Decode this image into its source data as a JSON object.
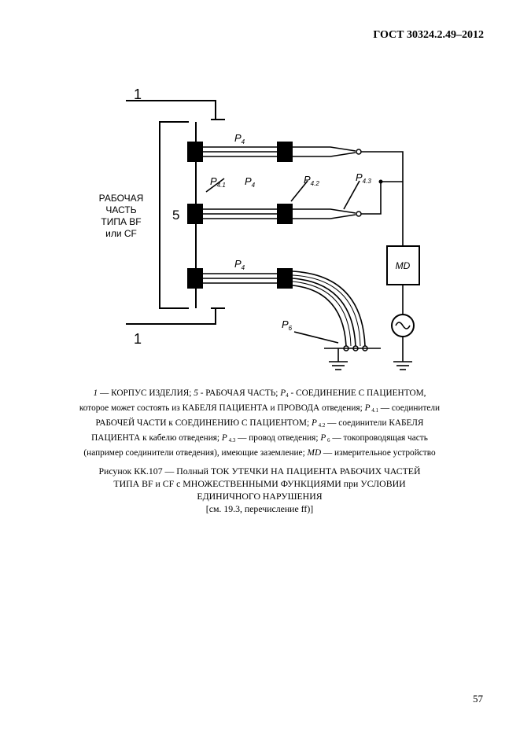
{
  "header": {
    "standard": "ГОСТ 30324.2.49–2012"
  },
  "diagram": {
    "label_1_top": "1",
    "label_1_bottom": "1",
    "label_5": "5",
    "applied_part": [
      "РАБОЧАЯ",
      "ЧАСТЬ",
      "ТИПА BF",
      "или CF"
    ],
    "p4": "P",
    "p4_sub": "4",
    "p41_sub": "4.1",
    "p42_sub": "4.2",
    "p43_sub": "4.3",
    "p6_sub": "6",
    "md": "MD"
  },
  "legend": {
    "l1_num": "1",
    "l1_text": " — КОРПУС ИЗДЕЛИЯ; ",
    "l5_num": "5",
    "l5_text": " - РАБОЧАЯ ЧАСТЬ; ",
    "p4": "P",
    "p4_sub": "4",
    "p4_text": " - СОЕДИНЕНИЕ С ПАЦИЕНТОМ,",
    "line2": "которое может состоять из КАБЕЛЯ ПАЦИЕНТА и ПРОВОДА отведения; ",
    "p41": "P",
    "p41_sub": " 4.1",
    "p41_text": " — соединители",
    "line3": "РАБОЧЕЙ ЧАСТИ к СОЕДИНЕНИЮ С ПАЦИЕНТОМ; ",
    "p42": "P",
    "p42_sub": " 4.2",
    "p42_text": " — соединители КАБЕЛЯ",
    "line4": "ПАЦИЕНТА к кабелю отведения; ",
    "p43": "P",
    "p43_sub": " 4.3",
    "p43_text": " — провод отведения; ",
    "p6": "P",
    "p6_sub": " 6",
    "p6_text": " — токопроводящая часть",
    "line5a": "(например  соединители отведения), имеющие заземление; ",
    "md": "MD",
    "md_text": " — измерительное устройство"
  },
  "caption": {
    "line1": "Рисунок КК.107 — Полный ТОК УТЕЧКИ НА ПАЦИЕНТА РАБОЧИХ ЧАСТЕЙ",
    "line2": "ТИПА BF и CF с МНОЖЕСТВЕННЫМИ ФУНКЦИЯМИ при УСЛОВИИ",
    "line3": "ЕДИНИЧНОГО НАРУШЕНИЯ",
    "line4": "[см. 19.3, перечисление ff)]"
  },
  "page_number": "57"
}
